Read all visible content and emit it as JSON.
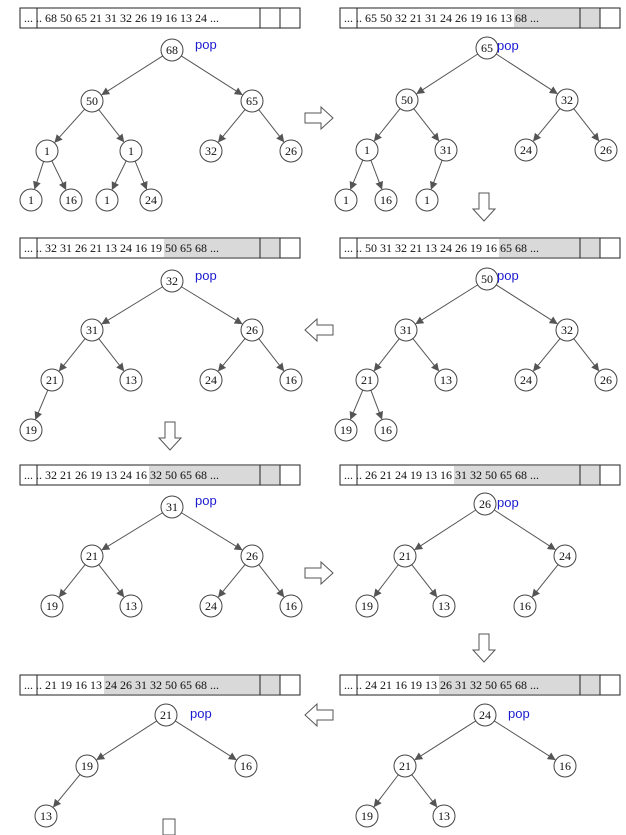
{
  "pop_label": "pop",
  "colors": {
    "node_stroke": "#444444",
    "sorted_fill": "#d9d9d9",
    "pop_text": "#1a1ad0"
  },
  "panels": [
    {
      "array": {
        "plain": "... .. 68 50 65 21 31 32 26 19 16 13 24 ...",
        "sorted": ""
      },
      "nodes": [
        "68",
        "50",
        "65",
        "1",
        "1",
        "32",
        "26",
        "1",
        "16",
        "1",
        "24"
      ]
    },
    {
      "array": {
        "plain": "... .. 65 50 32 21 31 24 26 19 16 13",
        "sorted": "68 ..."
      },
      "nodes": [
        "65",
        "50",
        "32",
        "1",
        "31",
        "24",
        "26",
        "1",
        "16",
        "1"
      ]
    },
    {
      "array": {
        "plain": "... .. 32 31 26 21 13 24 16 19",
        "sorted": "50 65 68 ..."
      },
      "nodes": [
        "32",
        "31",
        "26",
        "21",
        "13",
        "24",
        "16",
        "19"
      ]
    },
    {
      "array": {
        "plain": "... .. 50 31 32 21 13 24 26 19 16",
        "sorted": "65 68 ..."
      },
      "nodes": [
        "50",
        "31",
        "32",
        "21",
        "13",
        "24",
        "26",
        "19",
        "16"
      ]
    },
    {
      "array": {
        "plain": "... .. 32 21 26 19 13 24 16",
        "sorted": "32 50 65 68 ..."
      },
      "nodes": [
        "31",
        "21",
        "26",
        "19",
        "13",
        "24",
        "16"
      ]
    },
    {
      "array": {
        "plain": "... .. 26 21 24 19 13 16",
        "sorted": "31 32 50 65 68 ..."
      },
      "nodes": [
        "26",
        "21",
        "24",
        "19",
        "13",
        "16"
      ]
    },
    {
      "array": {
        "plain": "... .. 21 19 16 13",
        "sorted": "24 26 31 32 50 65 68 ..."
      },
      "nodes": [
        "21",
        "19",
        "16",
        "13"
      ]
    },
    {
      "array": {
        "plain": "... .. 24 21 16 19 13",
        "sorted": "26 31 32 50 65 68 ..."
      },
      "nodes": [
        "24",
        "21",
        "16",
        "19",
        "13"
      ]
    }
  ]
}
